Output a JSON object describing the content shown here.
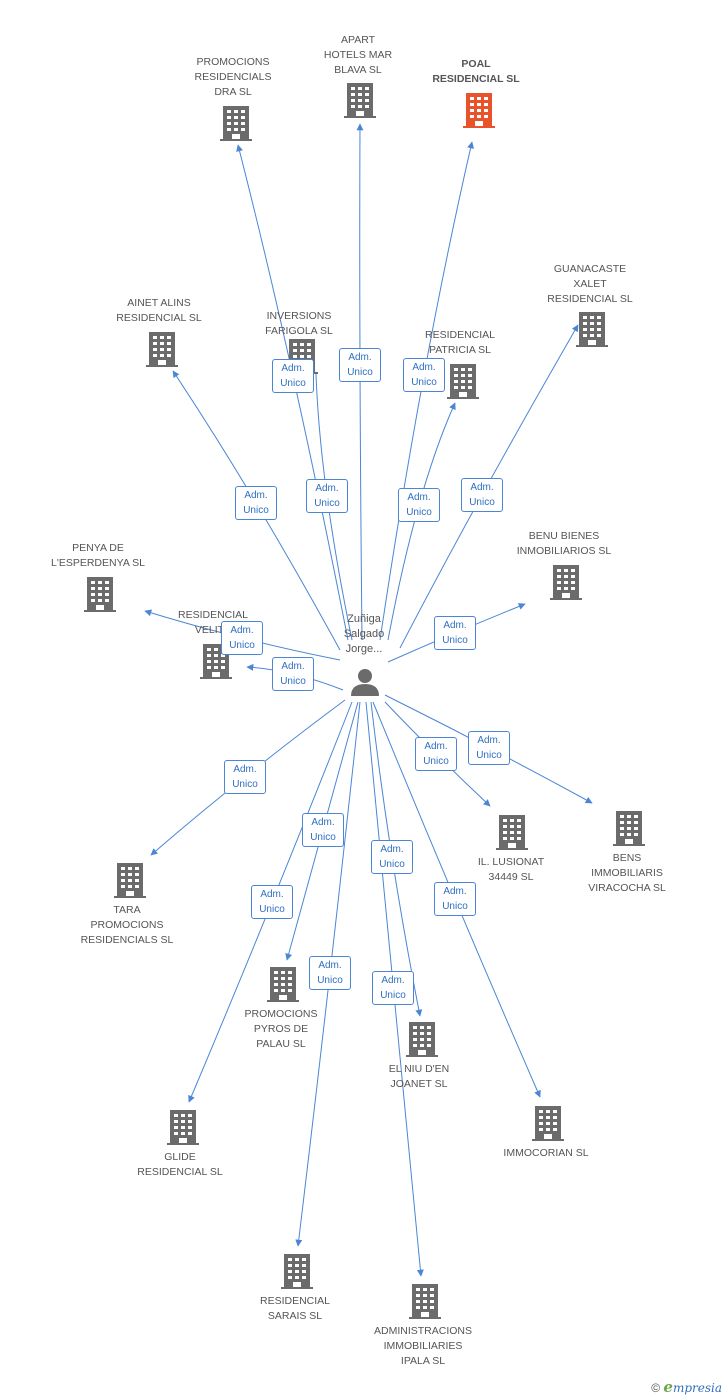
{
  "colors": {
    "edge": "#4a86d4",
    "node": "#6b6b6b",
    "highlight": "#e8532b",
    "person": "#6b6b6b"
  },
  "center": {
    "label": "Zuñiga Salgado Jorge...",
    "label_lines": [
      "Zuñiga",
      "Salgado",
      "Jorge..."
    ],
    "icon": "person-icon"
  },
  "edge_label": [
    "Adm.",
    "Unico"
  ],
  "nodes": [
    {
      "id": "promocions-residencials-dra",
      "lines": [
        "PROMOCIONS",
        "RESIDENCIALS",
        "DRA SL"
      ]
    },
    {
      "id": "apart-hotels-mar-blava",
      "lines": [
        "APART",
        "HOTELS MAR",
        "BLAVA SL"
      ]
    },
    {
      "id": "poal-residencial",
      "lines": [
        "POAL",
        "RESIDENCIAL SL"
      ],
      "highlight": true
    },
    {
      "id": "guanacaste-xalet",
      "lines": [
        "GUANACASTE",
        "XALET",
        "RESIDENCIAL SL"
      ]
    },
    {
      "id": "ainet-alins",
      "lines": [
        "AINET ALINS",
        "RESIDENCIAL SL"
      ]
    },
    {
      "id": "inversions-farigola",
      "lines": [
        "INVERSIONS",
        "FARIGOLA SL"
      ]
    },
    {
      "id": "residencial-patricia",
      "lines": [
        "RESIDENCIAL",
        "PATRICIA SL"
      ]
    },
    {
      "id": "penya-esperdenya",
      "lines": [
        "PENYA DE",
        "L'ESPERDENYA SL"
      ]
    },
    {
      "id": "benu-bienes",
      "lines": [
        "BENU BIENES",
        "INMOBILIARIOS SL"
      ]
    },
    {
      "id": "residencial-velite",
      "lines": [
        "RESIDENCIAL",
        "VELITE"
      ]
    },
    {
      "id": "il-lusionat",
      "lines": [
        "IL. LUSIONAT",
        "34449 SL"
      ]
    },
    {
      "id": "bens-immobiliaris",
      "lines": [
        "BENS",
        "IMMOBILIARIS",
        "VIRACOCHA SL"
      ]
    },
    {
      "id": "tara-promocions",
      "lines": [
        "TARA",
        "PROMOCIONS",
        "RESIDENCIALS SL"
      ]
    },
    {
      "id": "promocions-pyros",
      "lines": [
        "PROMOCIONS",
        "PYROS DE",
        "PALAU SL"
      ]
    },
    {
      "id": "el-niu-joanet",
      "lines": [
        "EL NIU D'EN",
        "JOANET SL"
      ]
    },
    {
      "id": "glide-residencial",
      "lines": [
        "GLIDE",
        "RESIDENCIAL SL"
      ]
    },
    {
      "id": "immocorian",
      "lines": [
        "IMMOCORIAN SL"
      ]
    },
    {
      "id": "residencial-sarais",
      "lines": [
        "RESIDENCIAL",
        "SARAIS SL"
      ]
    },
    {
      "id": "administracions-ipala",
      "lines": [
        "ADMINISTRACIONS",
        "IMMOBILIARIES",
        "IPALA SL"
      ]
    }
  ],
  "edges": [
    {
      "to": "promocions-residencials-dra",
      "label": "Adm. Unico"
    },
    {
      "to": "apart-hotels-mar-blava",
      "label": "Adm. Unico"
    },
    {
      "to": "poal-residencial",
      "label": "Adm. Unico"
    },
    {
      "to": "guanacaste-xalet",
      "label": "Adm. Unico"
    },
    {
      "to": "ainet-alins",
      "label": "Adm. Unico"
    },
    {
      "to": "inversions-farigola",
      "label": "Adm. Unico"
    },
    {
      "to": "residencial-patricia",
      "label": "Adm. Unico"
    },
    {
      "to": "penya-esperdenya",
      "label": "Adm. Unico"
    },
    {
      "to": "benu-bienes",
      "label": "Adm. Unico"
    },
    {
      "to": "residencial-velite",
      "label": "Adm. Unico"
    },
    {
      "to": "il-lusionat",
      "label": "Adm. Unico"
    },
    {
      "to": "bens-immobiliaris",
      "label": "Adm. Unico"
    },
    {
      "to": "tara-promocions",
      "label": "Adm. Unico"
    },
    {
      "to": "promocions-pyros",
      "label": "Adm. Unico"
    },
    {
      "to": "el-niu-joanet",
      "label": "Adm. Unico"
    },
    {
      "to": "glide-residencial",
      "label": "Adm. Unico"
    },
    {
      "to": "immocorian",
      "label": "Adm. Unico"
    },
    {
      "to": "residencial-sarais",
      "label": "Adm. Unico"
    },
    {
      "to": "administracions-ipala",
      "label": "Adm. Unico"
    }
  ],
  "footer": {
    "copyright": "©",
    "brand_initial": "e",
    "brand_rest": "mpresia"
  }
}
